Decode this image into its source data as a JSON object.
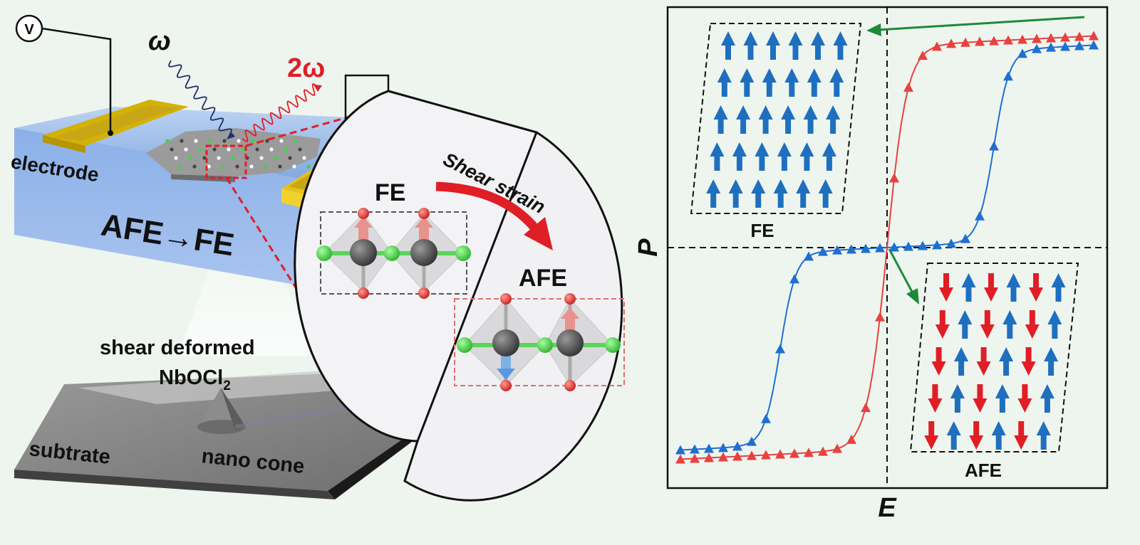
{
  "left": {
    "voltmeter_symbol": "V",
    "omega": "ω",
    "two_omega": "2ω",
    "electrode_label": "electrode",
    "transition_label": "AFE→FE",
    "shear_deformed_label": "shear deformed",
    "material_base": "NbOCl",
    "material_subscript": "2",
    "substrate_label": "subtrate",
    "nano_cone_label": "nano cone"
  },
  "lens": {
    "fe_label": "FE",
    "afe_label": "AFE",
    "shear_strain_label": "Shear strain"
  },
  "plot": {
    "y_axis_label": "P",
    "x_axis_label": "E",
    "fe_inset_label": "FE",
    "afe_inset_label": "AFE",
    "fe_inset_rows": [
      [
        "up",
        "up",
        "up",
        "up",
        "up",
        "up"
      ],
      [
        "up",
        "up",
        "up",
        "up",
        "up",
        "up"
      ],
      [
        "up",
        "up",
        "up",
        "up",
        "up",
        "up"
      ],
      [
        "up",
        "up",
        "up",
        "up",
        "up",
        "up"
      ],
      [
        "up",
        "up",
        "up",
        "up",
        "up",
        "up"
      ]
    ],
    "afe_inset_rows": [
      [
        "down",
        "up",
        "down",
        "up",
        "down",
        "up"
      ],
      [
        "down",
        "up",
        "down",
        "up",
        "down",
        "up"
      ],
      [
        "down",
        "up",
        "down",
        "up",
        "down",
        "up"
      ],
      [
        "down",
        "up",
        "down",
        "up",
        "down",
        "up"
      ],
      [
        "down",
        "up",
        "down",
        "up",
        "down",
        "up"
      ]
    ]
  },
  "colors": {
    "red_curve": "#e8413f",
    "blue_curve": "#1f6fd1",
    "arrow_blue": "#1f6fbf",
    "arrow_red": "#e01e26",
    "green_pointer": "#1d8a3a",
    "electrode_gold": "#e5c21c",
    "substrate_blue": "#8fb3e6",
    "chlorine_green": "#43d343",
    "oxygen_red": "#e8433f",
    "niobium_gray": "#5a5a5a"
  }
}
